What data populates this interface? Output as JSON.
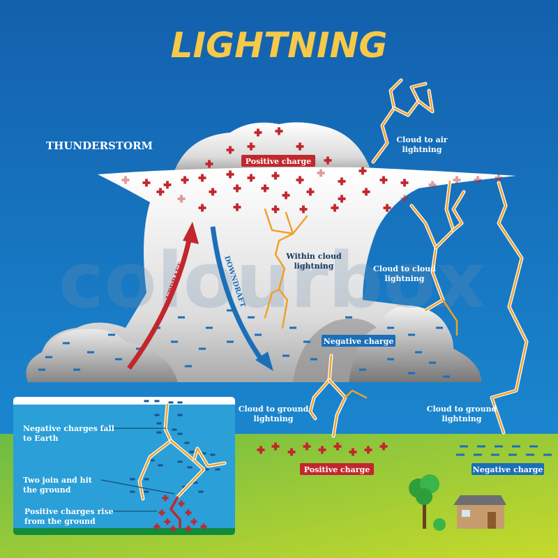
{
  "title": "LIGHTNING",
  "watermark": "colourbox",
  "labels": {
    "thunderstorm": "THUNDERSTORM",
    "positive_charge_cloud": "Positive charge",
    "negative_charge_cloud": "Negative charge",
    "updraft": "UPDRAFT",
    "downdraft": "DOWNDRAFT",
    "within_cloud": [
      "Within cloud",
      "lightning"
    ],
    "cloud_to_air": [
      "Cloud to air",
      "lightning"
    ],
    "cloud_to_cloud": [
      "Cloud to cloud",
      "lightning"
    ],
    "cloud_to_ground_left": [
      "Cloud to ground",
      "lightning"
    ],
    "cloud_to_ground_right": [
      "Cloud to ground",
      "lightning"
    ],
    "positive_charge_ground": "Positive charge",
    "negative_charge_ground": "Negative charge"
  },
  "inset": {
    "step1": [
      "Negative charges fall",
      "to Earth"
    ],
    "step2": [
      "Two join and hit",
      "the ground"
    ],
    "step3": [
      "Positive charges rise",
      "from the ground"
    ]
  },
  "colors": {
    "sky": "#1466b3",
    "ground": "#8cc63f",
    "title": "#f7c948",
    "positive": "#c1272d",
    "negative": "#1a6fb8",
    "bolt": "#f0a02a"
  }
}
